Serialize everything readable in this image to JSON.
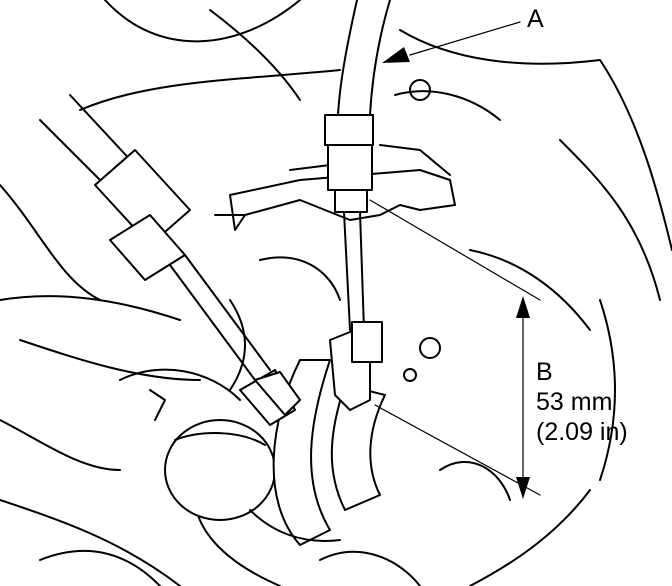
{
  "labels": {
    "a": "A",
    "b": "B",
    "b_mm": "53 mm",
    "b_in": "(2.09 in)"
  }
}
